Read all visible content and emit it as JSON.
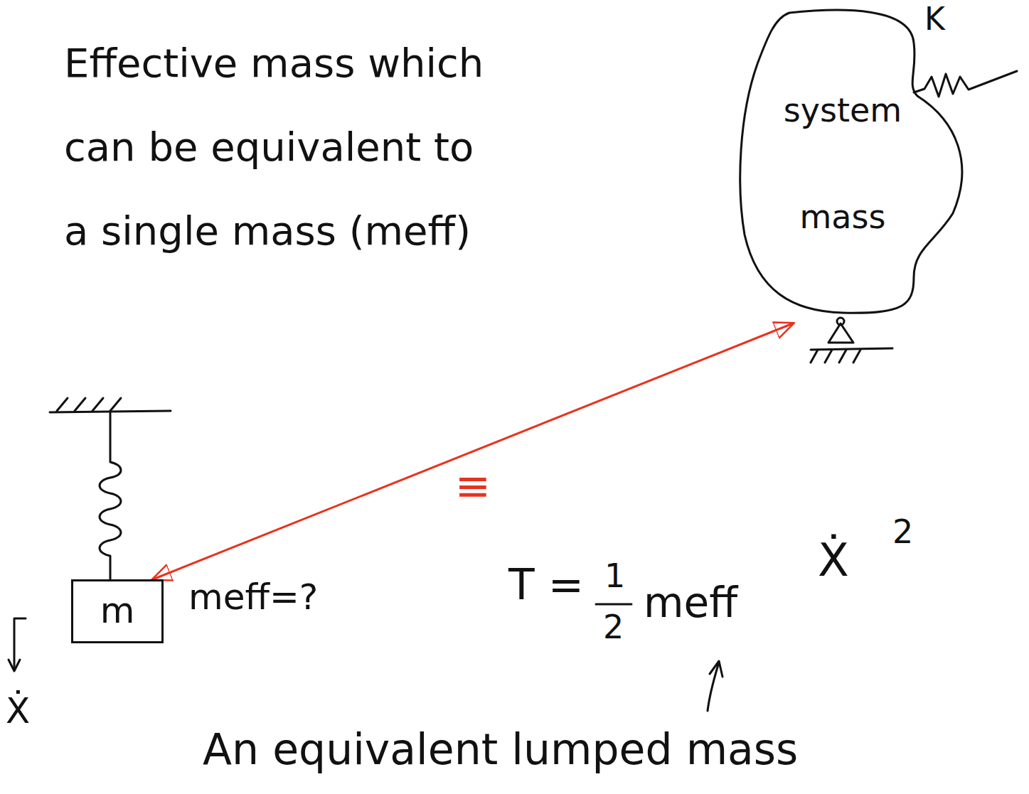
{
  "diagram": {
    "nodes": [
      {
        "text": [
          "system mass"
        ]
      },
      {
        "text": [
          "m"
        ]
      }
    ],
    "edges": [
      {
        "from": 0,
        "to": 1,
        "arrow": "both",
        "label": "≡"
      }
    ],
    "labels": [
      "Effective mass which can be equivalent to a single mass (meff)",
      "K",
      "meff=?",
      "T =",
      "1",
      "2",
      "meff",
      "Ẋ",
      "2",
      "An equivalent lumped mass",
      "Ẋ"
    ]
  }
}
